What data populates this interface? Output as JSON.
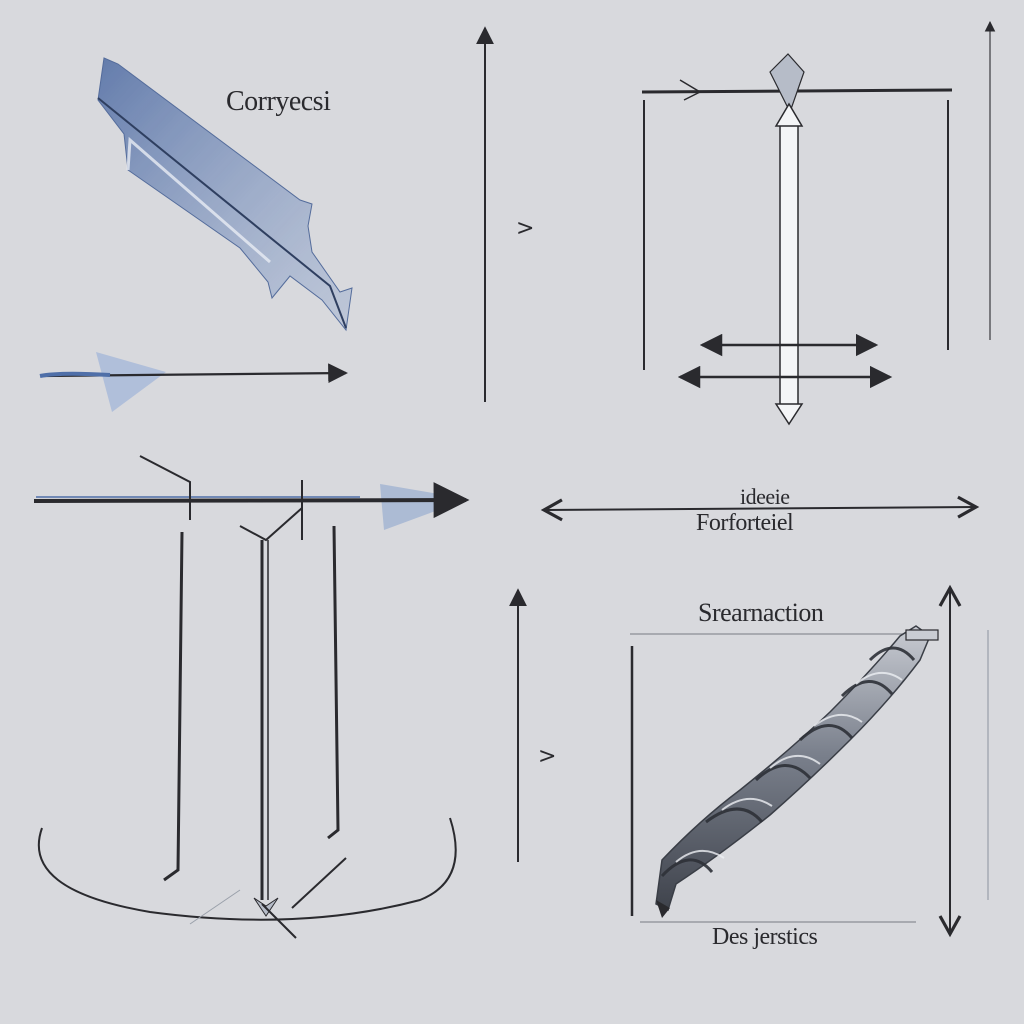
{
  "labels": {
    "top_left": "Corryecsi",
    "mid_right_top": "ideeie",
    "mid_right_bottom": "Forforteiel",
    "bottom_right_top": "Srearnaction",
    "bottom_right_bottom": "Des jerstics"
  },
  "marks": {
    "chevron": ">"
  },
  "colors": {
    "background": "#d8d9dd",
    "line": "#2a2a2e",
    "accent_blue": "#4f6fa8",
    "steel": "#6e7480"
  }
}
